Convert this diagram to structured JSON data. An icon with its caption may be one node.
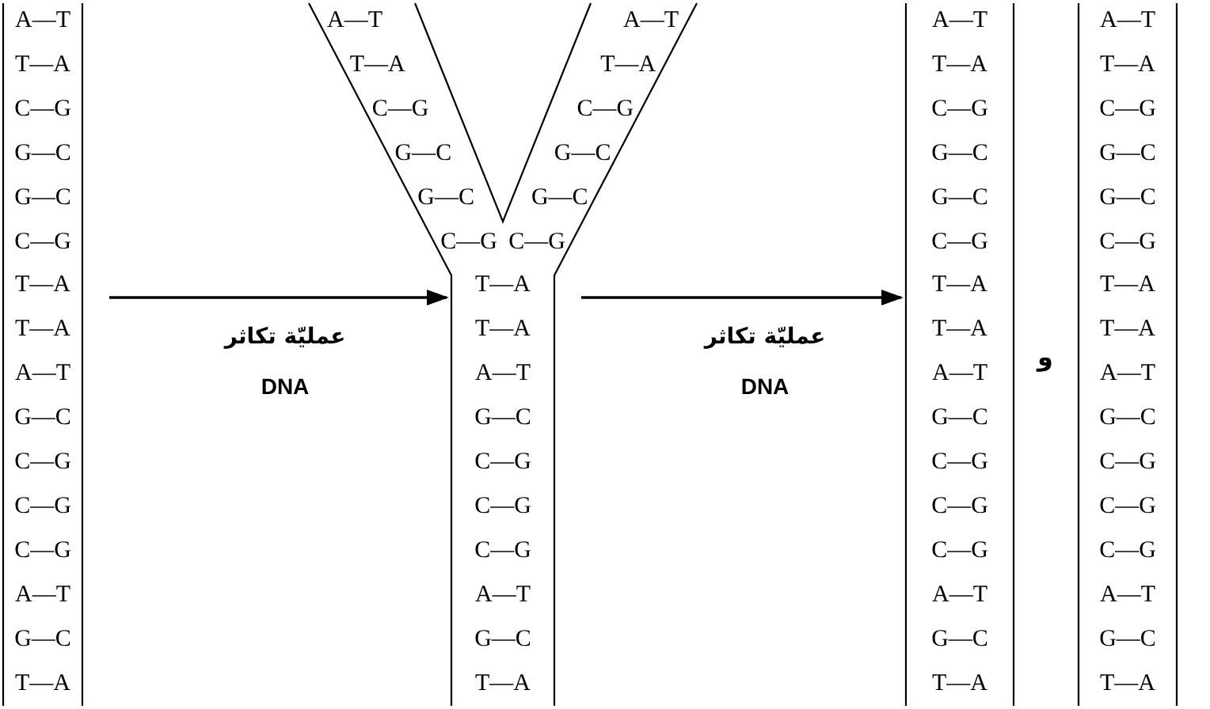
{
  "diagram": {
    "nodes": [
      {
        "text": [
          "A—T",
          "T—A",
          "C—G",
          "G—C",
          "G—C",
          "C—G",
          "T—A",
          "T—A",
          "A—T",
          "G—C",
          "C—G",
          "C—G",
          "C—G",
          "A—T",
          "G—C",
          "T—A"
        ]
      },
      {
        "text": [
          "A—T",
          "T—A",
          "C—G",
          "G—C",
          "G—C",
          "C—G"
        ]
      },
      {
        "text": [
          "A—T",
          "T—A",
          "C—G",
          "G—C",
          "G—C",
          "C—G"
        ]
      },
      {
        "text": [
          "T—A",
          "T—A",
          "A—T",
          "G—C",
          "C—G",
          "C—G",
          "C—G",
          "A—T",
          "G—C",
          "T—A"
        ]
      },
      {
        "text": [
          "A—T",
          "T—A",
          "C—G",
          "G—C",
          "G—C",
          "C—G",
          "T—A",
          "T—A",
          "A—T",
          "G—C",
          "C—G",
          "C—G",
          "C—G",
          "A—T",
          "G—C",
          "T—A"
        ]
      },
      {
        "text": [
          "A—T",
          "T—A",
          "C—G",
          "G—C",
          "G—C",
          "C—G",
          "T—A",
          "T—A",
          "A—T",
          "G—C",
          "C—G",
          "C—G",
          "C—G",
          "A—T",
          "G—C",
          "T—A"
        ]
      }
    ],
    "edges": [
      {
        "from": 0,
        "to": 3,
        "arrow": "to",
        "label": "عمليّة تكاثر"
      },
      {
        "from": 3,
        "to": 4,
        "arrow": "to",
        "label": "عمليّة تكاثر"
      }
    ],
    "labels": [
      "DNA",
      "DNA",
      "و"
    ]
  }
}
